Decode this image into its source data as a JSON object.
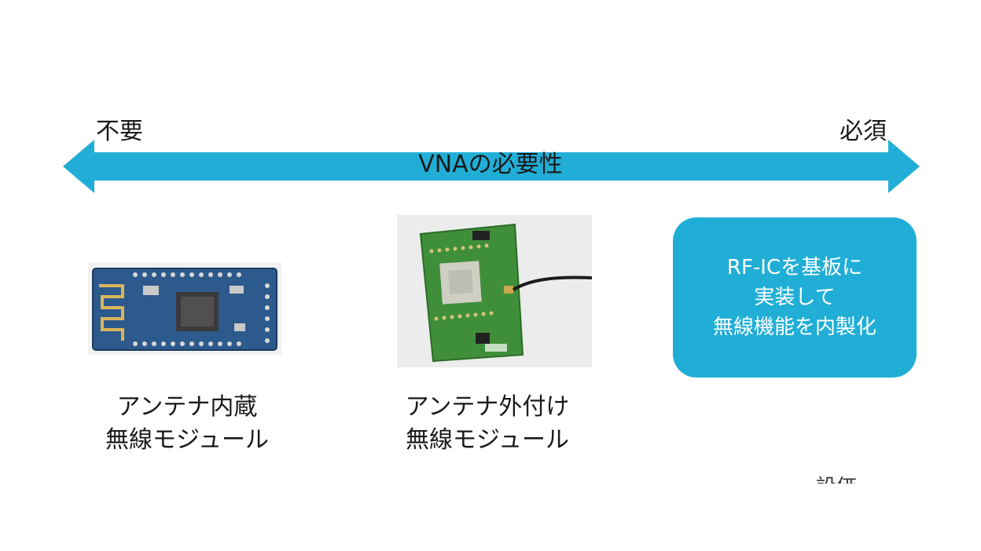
{
  "axis": {
    "left_label": "不要",
    "right_label": "必須",
    "title": "VNAの必要性",
    "color": "#21aed6"
  },
  "items": [
    {
      "caption_line1": "アンテナ内蔵",
      "caption_line2": "無線モジュール"
    },
    {
      "caption_line1": "アンテナ外付け",
      "caption_line2": "無線モジュール"
    },
    {
      "box_line1": "RF-ICを基板に",
      "box_line2": "実装して",
      "box_line3": "無線機能を内製化",
      "box_color": "#21aed6"
    }
  ],
  "footer": {
    "cutoff_text": "…設価"
  }
}
